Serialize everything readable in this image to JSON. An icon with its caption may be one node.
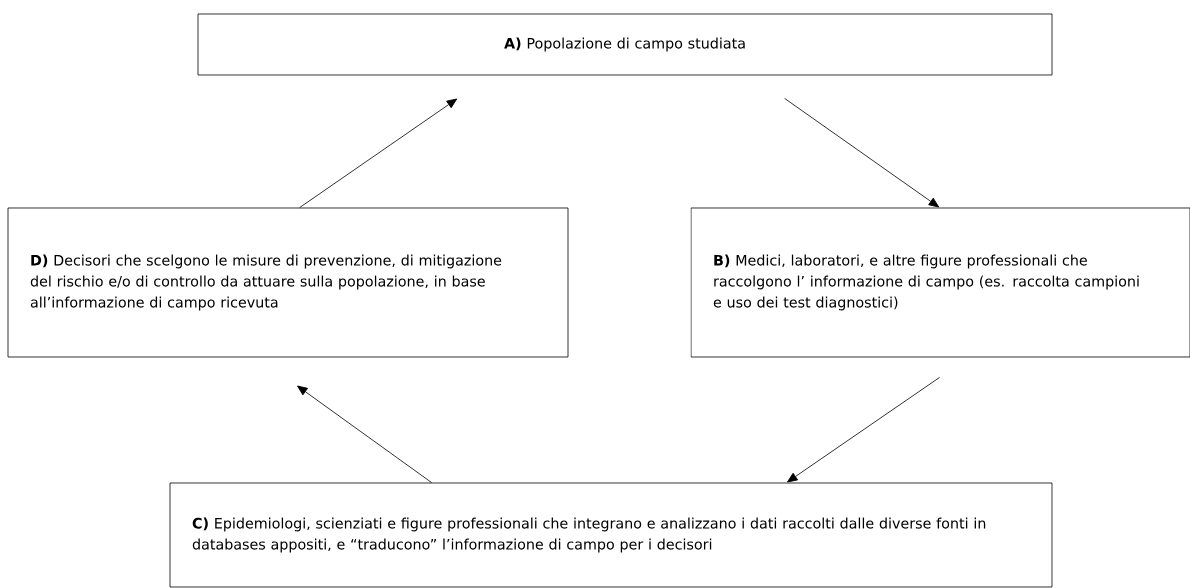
{
  "diagram": {
    "nodes": [
      {
        "text": [
          "**A)** Popolazione di campo studiata"
        ]
      },
      {
        "text": [
          "**B)** Medici, laboratori, e altre figure professionali che raccolgono l’ informazione di campo (es. raccolta campioni e uso dei test diagnostici)"
        ]
      },
      {
        "text": [
          "**C)** Epidemiologi, scienziati e figure professionali che integrano e analizzano i dati raccolti dalle diverse fonti in databases appositi, e “traducono” l’informazione di campo per i decisori"
        ]
      },
      {
        "text": [
          "**D)** Decisori che scelgono le misure di prevenzione, di mitigazione del rischio e/o di controllo da attuare sulla popolazione, in base all’informazione di campo ricevuta"
        ]
      }
    ],
    "edges": [
      {
        "from": 3,
        "to": 0,
        "arrow": "to"
      },
      {
        "from": 0,
        "to": 1,
        "arrow": "to"
      },
      {
        "from": 1,
        "to": 2,
        "arrow": "to"
      },
      {
        "from": 2,
        "to": 3,
        "arrow": "to"
      }
    ]
  }
}
